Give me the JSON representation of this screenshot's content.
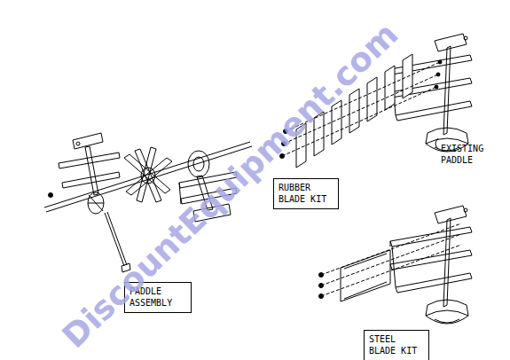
{
  "diagram": {
    "nodes": [
      {
        "text": [
          "RUBBER BLADE KIT"
        ]
      },
      {
        "text": [
          "PADDLE ASSEMBLY"
        ]
      },
      {
        "text": [
          "STEEL BLADE KIT"
        ]
      }
    ],
    "labels": [
      "EXISTING PADDLE",
      "DiscountEquipment.com"
    ]
  }
}
